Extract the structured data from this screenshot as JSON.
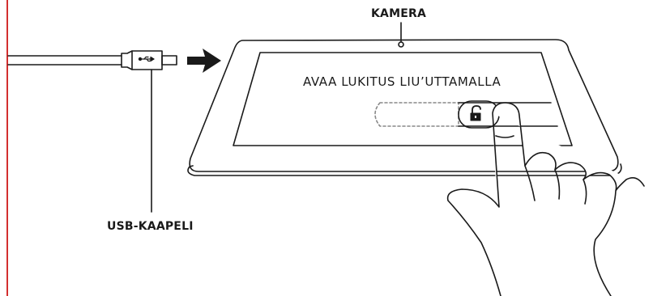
{
  "labels": {
    "camera": "KAMERA",
    "usb_cable": "USB-KAAPELI",
    "slide_to_unlock": "AVAA LUKITUS LIU’UTTAMALLA"
  },
  "colors": {
    "margin_rule": "#d32f2f",
    "line": "#1a1a1a",
    "dashed": "#888888"
  },
  "icons": {
    "usb_symbol": "usb-icon",
    "unlock": "unlock-padlock-icon",
    "arrow": "right-arrow-icon"
  }
}
